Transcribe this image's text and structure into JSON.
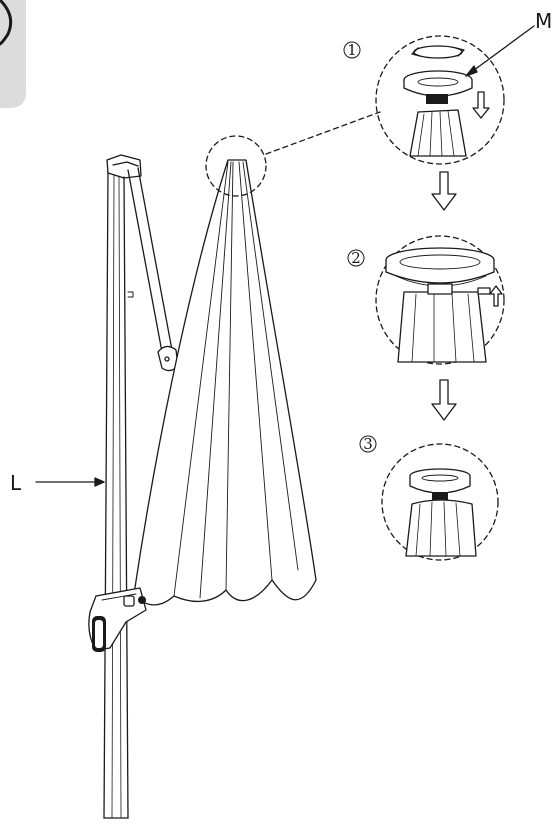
{
  "labels": {
    "pole": "L",
    "cap_part": "M"
  },
  "steps": [
    {
      "number": "1"
    },
    {
      "number": "2"
    },
    {
      "number": "3"
    }
  ],
  "colors": {
    "ink": "#1a1a1a",
    "paper": "#ffffff",
    "corner_tab": "#dcdcdc"
  }
}
